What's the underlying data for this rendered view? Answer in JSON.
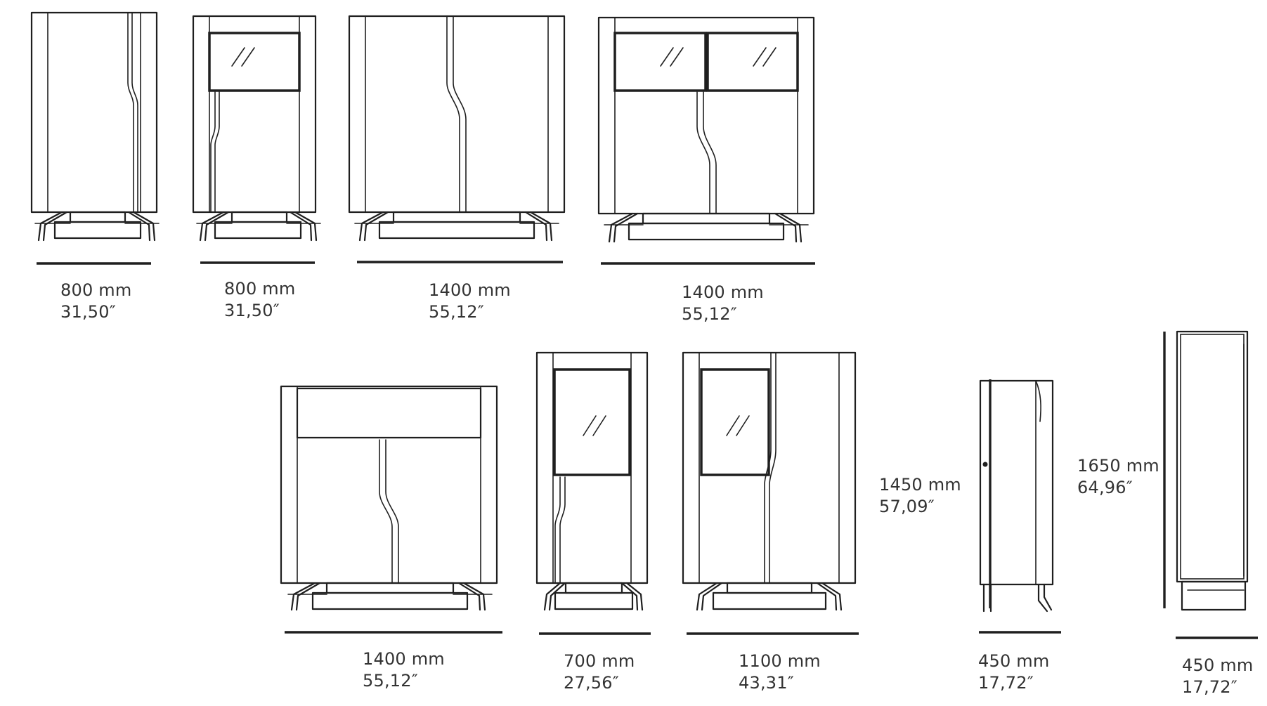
{
  "labels": {
    "d1": {
      "mm": "800 mm",
      "inch": "31,50″"
    },
    "d2": {
      "mm": "800 mm",
      "inch": "31,50″"
    },
    "d3": {
      "mm": "1400 mm",
      "inch": "55,12″"
    },
    "d4": {
      "mm": "1400 mm",
      "inch": "55,12″"
    },
    "d5": {
      "mm": "1400 mm",
      "inch": "55,12″"
    },
    "d6": {
      "mm": "700 mm",
      "inch": "27,56″"
    },
    "d7": {
      "mm": "1100 mm",
      "inch": "43,31″"
    },
    "d8": {
      "mm": "450 mm",
      "inch": "17,72″"
    },
    "d9": {
      "mm": "450 mm",
      "inch": "17,72″"
    },
    "h1": {
      "mm": "1450 mm",
      "inch": "57,09″"
    },
    "h2": {
      "mm": "1650 mm",
      "inch": "64,96″"
    }
  },
  "colors": {
    "line": "#1f1f1f",
    "text": "#333333",
    "background": "#ffffff"
  }
}
